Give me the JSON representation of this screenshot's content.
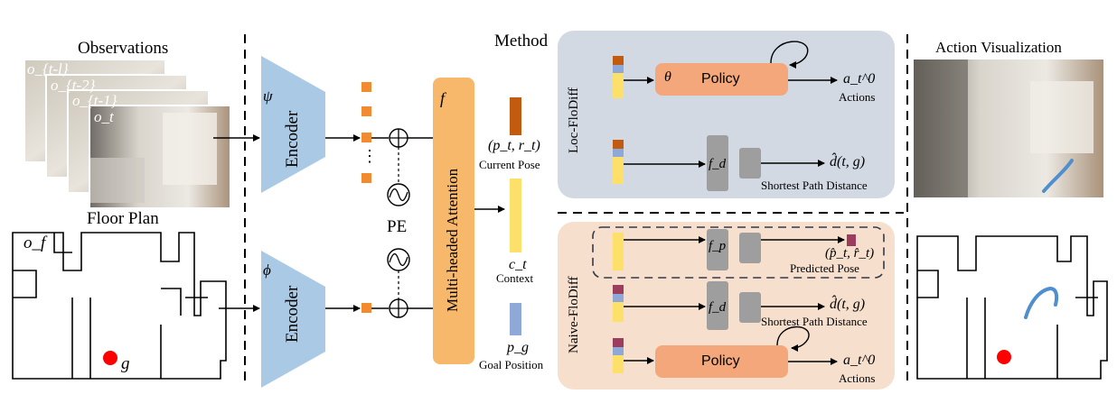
{
  "labels": {
    "observations": "Observations",
    "floor_plan": "Floor Plan",
    "method": "Method",
    "action_visualization": "Action Visualization",
    "pe": "PE",
    "loc_flodiff": "Loc-FloDiff",
    "naive_flodiff": "Naive-FloDiff"
  },
  "observation_frames": [
    "o_{t-l}",
    "o_{t-2}",
    "o_{t-1}",
    "o_t"
  ],
  "floor_plan_symbols": {
    "obs": "o_f",
    "goal": "g"
  },
  "encoders": [
    {
      "symbol": "ψ",
      "label": "Encoder"
    },
    {
      "symbol": "ϕ",
      "label": "Encoder"
    }
  ],
  "attention": {
    "symbol": "f",
    "label": "Multi-headed  Attention"
  },
  "tokens_dots": "⋮",
  "outputs": [
    {
      "math": "(p_t, r_t)",
      "label": "Current Pose"
    },
    {
      "math": "c_t",
      "label": "Context"
    },
    {
      "math": "p_g",
      "label": "Goal Position"
    }
  ],
  "loc_branch": {
    "policy_symbol": "θ",
    "policy_label": "Policy",
    "action_math": "a_t^0",
    "action_label": "Actions",
    "dist_net": "f_d",
    "dist_math": "d̂(t, g)",
    "dist_label": "Shortest Path Distance"
  },
  "naive_branch": {
    "pose_net": "f_p",
    "pose_math": "(p̂_t, r̂_t)",
    "pose_label": "Predicted Pose",
    "dist_net": "f_d",
    "dist_math": "d̂(t, g)",
    "dist_label": "Shortest Path Distance",
    "policy_label": "Policy",
    "action_math": "a_t^0",
    "action_label": "Actions"
  },
  "colors": {
    "encoder": "#a9c9e4",
    "attention": "#f8b86b",
    "token": "#f28b30",
    "pose_bar": "#c25a10",
    "context_bar": "#fde06a",
    "goal_bar": "#8ea8d8",
    "loc_panel": "#d2d9e3",
    "naive_panel": "#f7dfcd",
    "policy_box": "#f3a77a",
    "net_box": "#9e9e9e",
    "pred_pose": "#9c3d5e",
    "path": "#4f8fcf",
    "goal_dot": "#ff0000"
  }
}
